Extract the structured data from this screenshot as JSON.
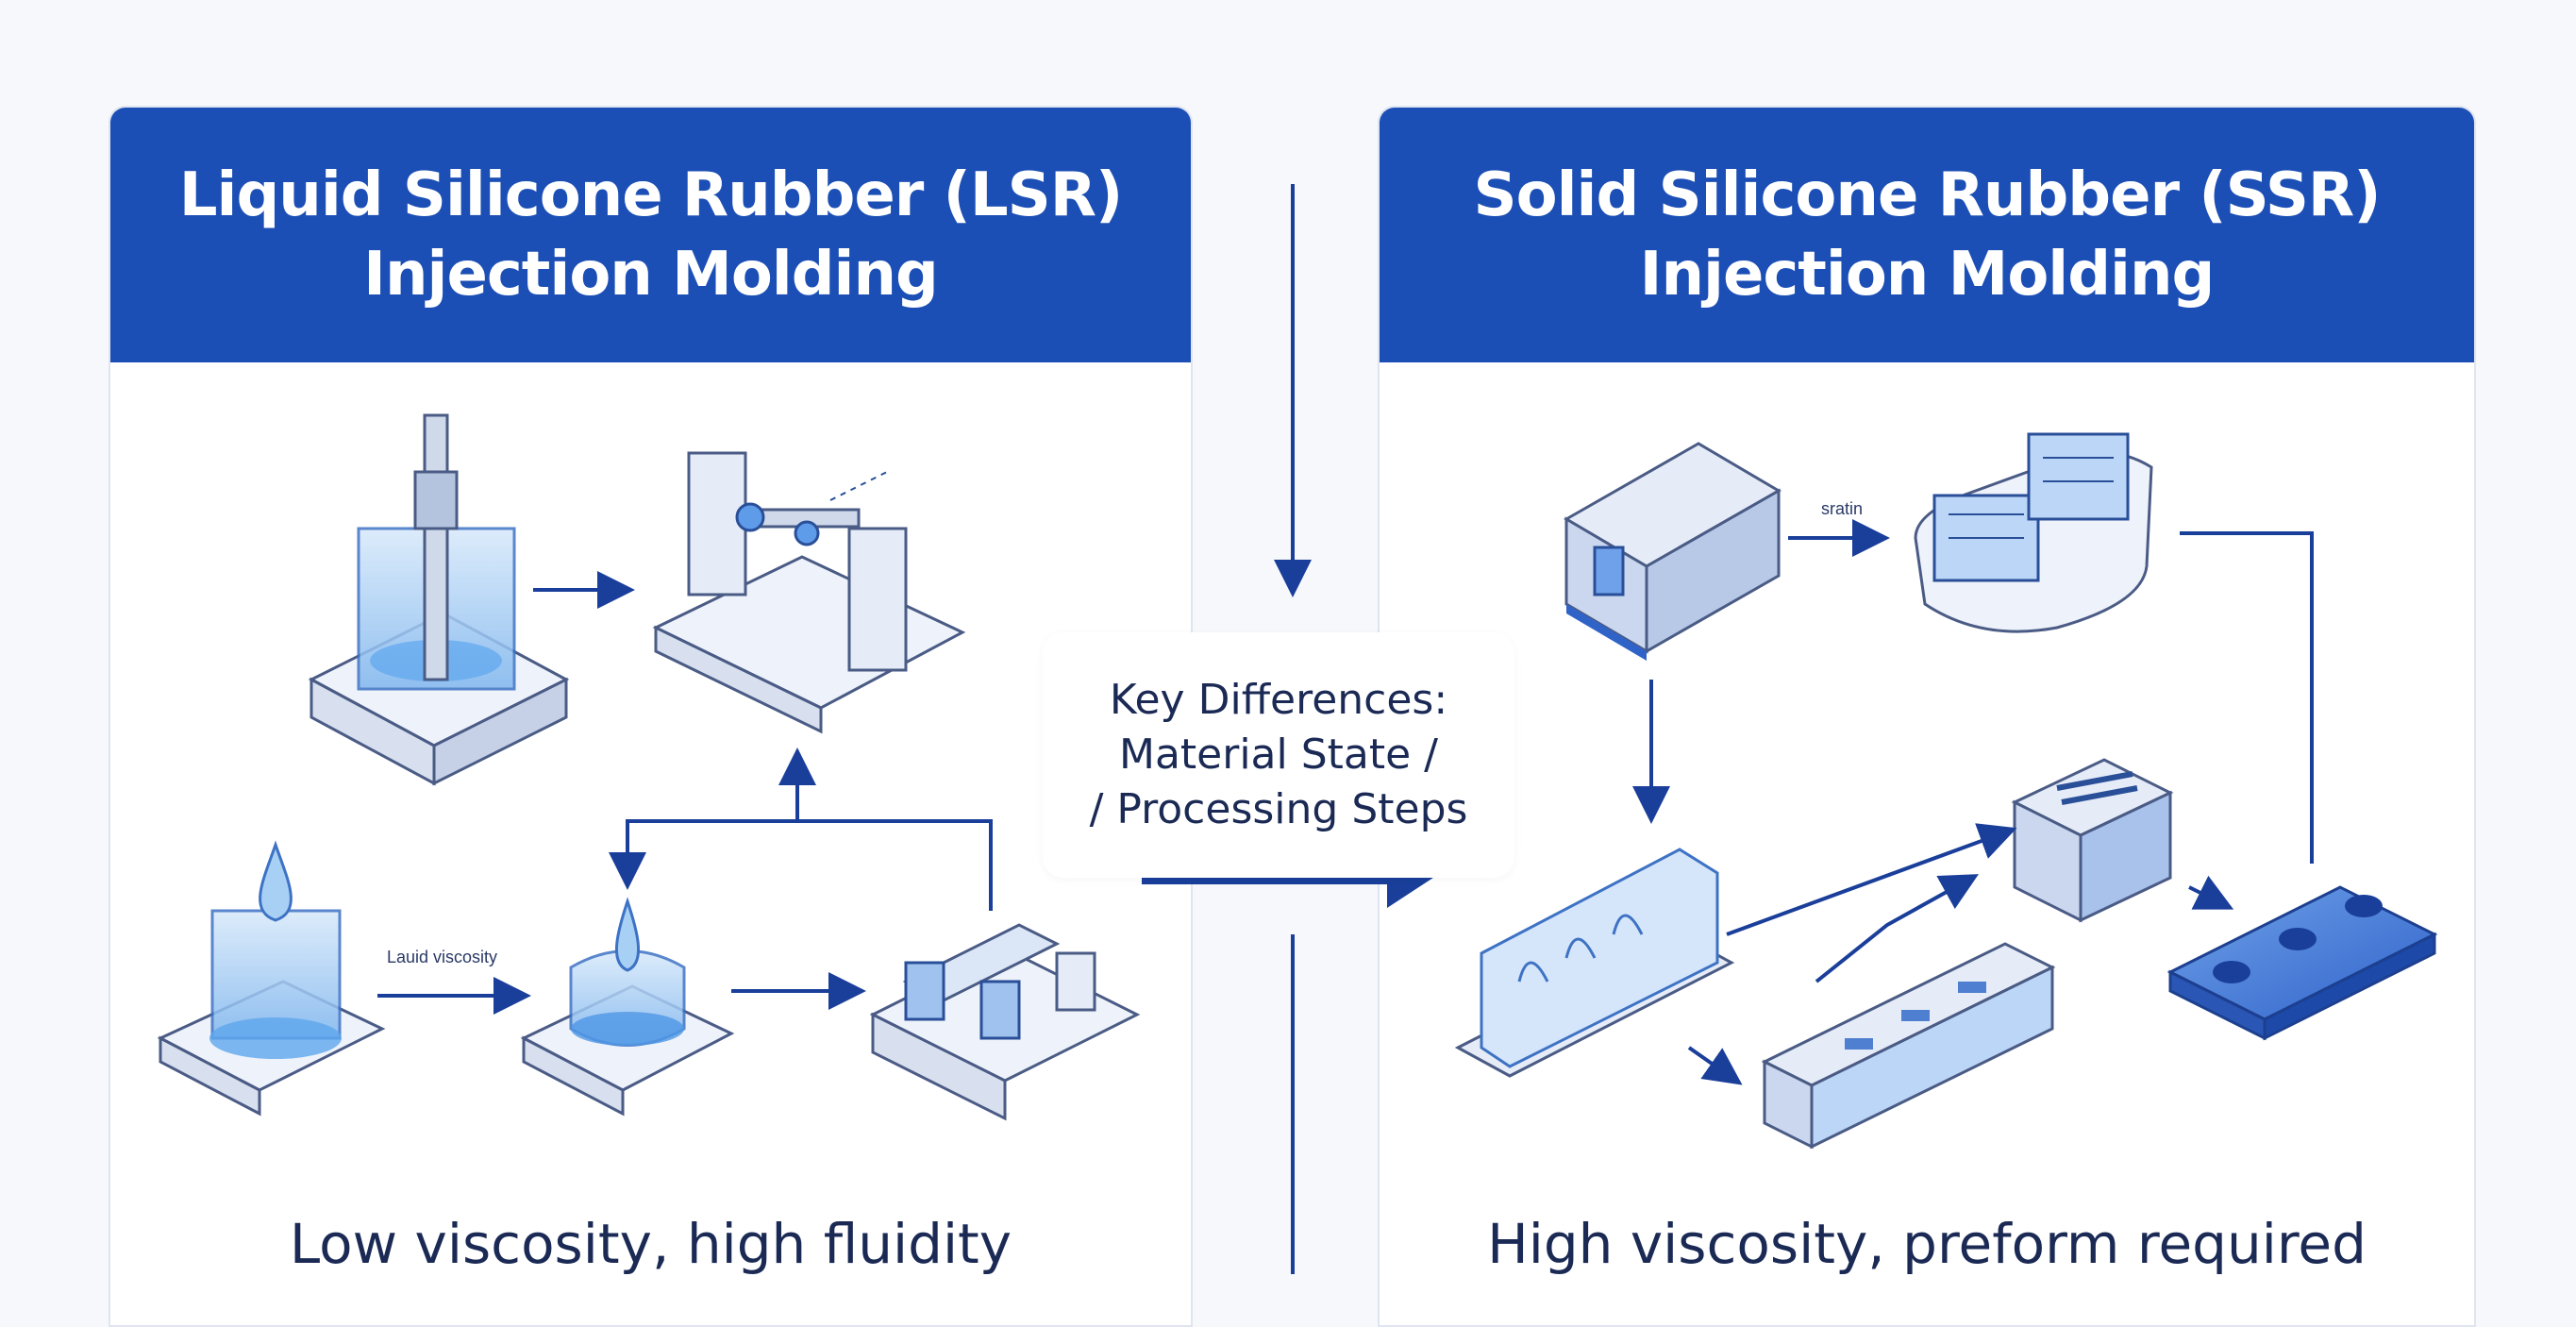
{
  "left_panel": {
    "title_line1": "Liquid Silicone Rubber (LSR)",
    "title_line2": "Injection Molding",
    "caption": "Low viscosity, high fluidity",
    "arrow_label": "Lauid viscosity"
  },
  "right_panel": {
    "title_line1": "Solid Silicone Rubber (SSR)",
    "title_line2": "Injection Molding",
    "caption": "High viscosity, preform required",
    "arrow_label": "sratin"
  },
  "center": {
    "line1": "Key Differences:",
    "line2": "Material State /",
    "line3": "/ Processing Steps"
  },
  "colors": {
    "header": "#1c4fb5",
    "arrow": "#1a3f9a",
    "liquid": "#8fc3f0",
    "metal": "#e6ecf7"
  }
}
